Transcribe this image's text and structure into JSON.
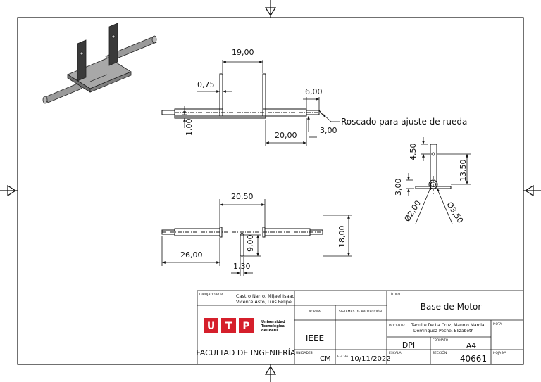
{
  "dimensions": {
    "top_view": {
      "d_19_00": "19,00",
      "d_0_75": "0,75",
      "d_6_00": "6,00",
      "d_1_00": "1,00",
      "d_20_00": "20,00",
      "d_3_00": "3,00",
      "note": "Roscado para ajuste de rueda"
    },
    "side_view": {
      "d_4_50": "4,50",
      "d_13_50": "13,50",
      "d_3_00": "3,00",
      "d_phi_2_00": "Ø2,00",
      "d_phi_3_50": "Ø3,50"
    },
    "front_view": {
      "d_20_50": "20,50",
      "d_18_00": "18,00",
      "d_9_00": "9,00",
      "d_26_00": "26,00",
      "d_1_30": "1,30"
    }
  },
  "title_block": {
    "drawn_by_label": "DIBUJADO POR",
    "drawn_by_line1": "Castro Narro, Mijael Isaac",
    "drawn_by_line2": "Vicente Asto, Luis Felipe",
    "logo_letters": [
      "U",
      "T",
      "P"
    ],
    "logo_text": [
      "Universidad",
      "Tecnológica",
      "del Perú"
    ],
    "faculty": "FACULTAD DE INGENIERÍA",
    "norma_label": "NORMA",
    "norma_value": "IEEE",
    "projection_label": "SISTEMAS DE PROYECCIÓN",
    "units_label": "UNIDADES",
    "units_value": "CM",
    "date_label": "FECHA",
    "date_value": "10/11/2022",
    "title_label": "TÍTULO",
    "title_value": "Base de Motor",
    "teacher_label": "DOCENTE:",
    "teacher_line1": "Taquire De La Cruz, Manolo Marcial",
    "teacher_line2": "Domínguez Peche, Elizabeth",
    "note_label": "NOTA",
    "course": "DPI",
    "format_label": "FORMATO",
    "format_value": "A4",
    "scale_label": "ESCALA",
    "section_label": "SECCIÓN",
    "section_value": "40661",
    "sheet_label": "HOJA Nº"
  },
  "colors": {
    "line": "#111111",
    "logo_red": "#d51f2b",
    "part_dark": "#3a3a3a",
    "part_light": "#9a9a9a"
  }
}
